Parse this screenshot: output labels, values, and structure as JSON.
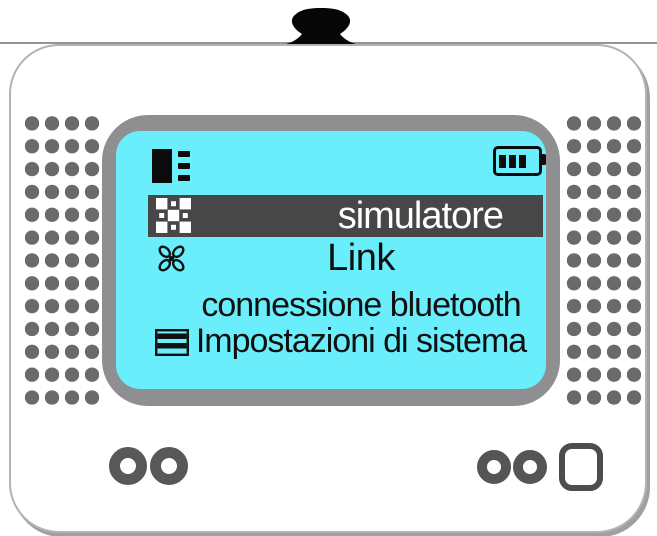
{
  "colors": {
    "screen_bg": "#6aeefb",
    "bezel": "#8f8f91",
    "selected_bar": "#474747",
    "selected_text": "#ffffff",
    "menu_text": "#101010",
    "dot": "#6a6a6a"
  },
  "screen": {
    "status_bar": {
      "menu_icon": "list-icon",
      "battery": {
        "icon": "battery-icon",
        "bars": 3
      }
    },
    "menu": {
      "items": [
        {
          "label": "simulatore",
          "icon": "grid-icon",
          "selected": true
        },
        {
          "label": "Link",
          "icon": "fan-icon",
          "selected": false
        },
        {
          "label": "connessione bluetooth",
          "icon": "none",
          "selected": false
        },
        {
          "label": "Impostazioni di sistema",
          "icon": "stacked-bars-icon",
          "selected": false
        }
      ]
    }
  },
  "hardware": {
    "antenna_knob": "antenna-knob",
    "speaker_grilles": {
      "sides": 2,
      "rows": 13,
      "cols": 4
    },
    "buttons": [
      {
        "name": "round-button-left-1"
      },
      {
        "name": "round-button-left-2"
      },
      {
        "name": "round-button-right-1"
      },
      {
        "name": "round-button-right-2"
      },
      {
        "name": "square-button"
      }
    ]
  }
}
